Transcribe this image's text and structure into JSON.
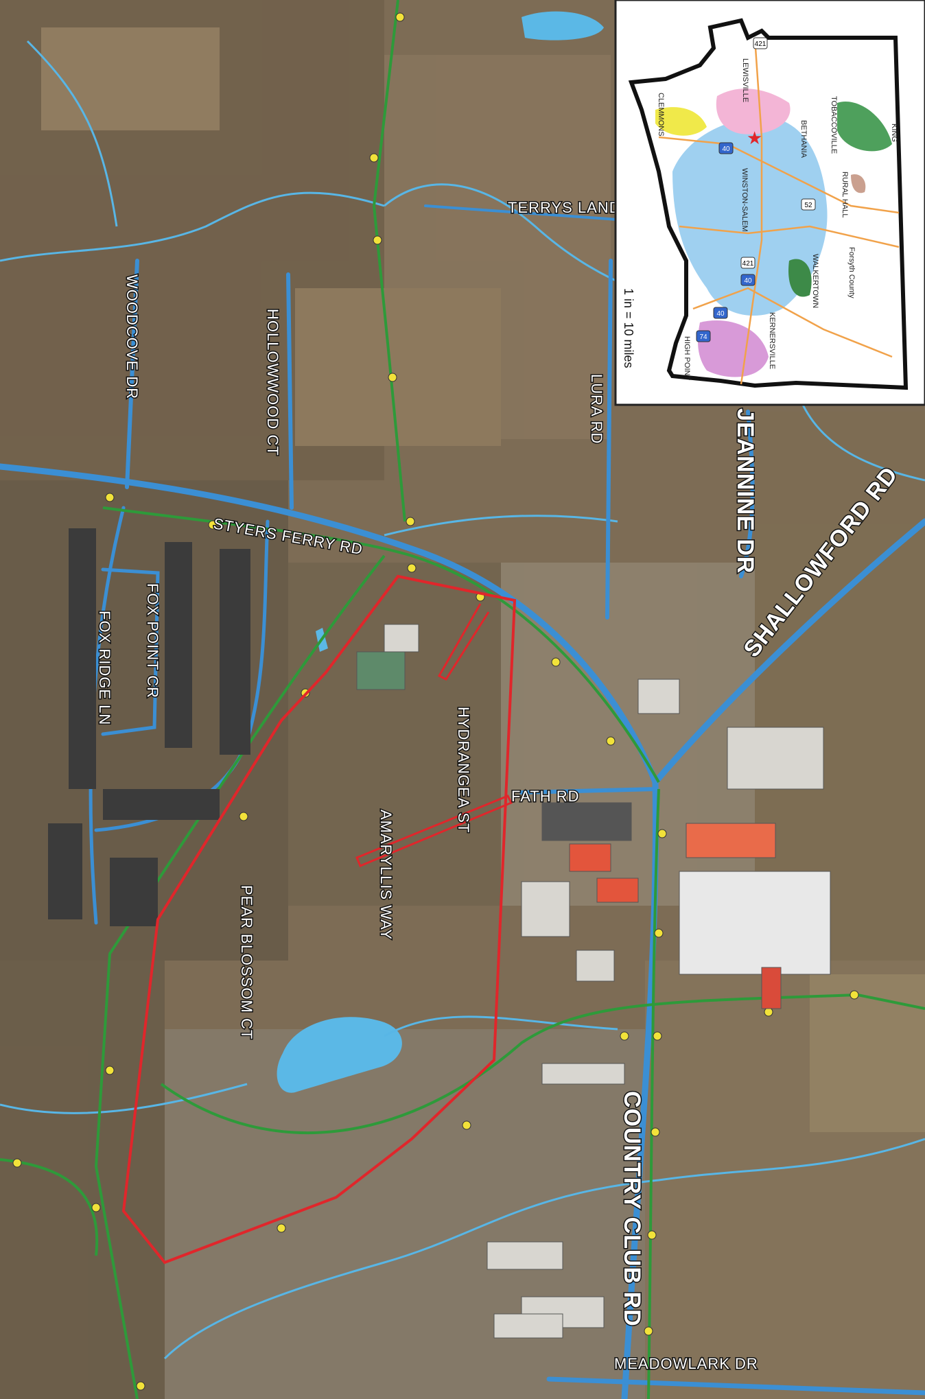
{
  "roads": {
    "terrys_landing": "TERRYS LANDI",
    "woodcove": "WOODCOVE DR",
    "hollowwood": "HOLLOWWOOD CT",
    "lura": "LURA RD",
    "jeannine": "JEANNINE DR",
    "styers_ferry": "STYERS FERRY RD",
    "shallowford": "SHALLOWFORD RD",
    "fox_point": "FOX POINT CR",
    "fox_ridge": "FOX RIDGE LN",
    "hydrangea": "HYDRANGEA ST",
    "fath": "FATH RD",
    "amaryllis": "AMARYLLIS WAY",
    "pear_blossom": "PEAR BLOSSOM CT",
    "country_club": "COUNTRY CLUB RD",
    "meadowlark": "MEADOWLARK DR"
  },
  "inset": {
    "towns": {
      "clemmons": "CLEMMONS",
      "lewisville": "LEWISVILLE",
      "bethania": "BETHANIA",
      "tobaccoville": "TOBACCOVILLE",
      "king": "KING",
      "rural_hall": "RURAL HALL",
      "winston_salem": "WINSTON-SALEM",
      "walkertown": "WALKERTOWN",
      "kernersville": "KERNERSVILLE",
      "high_point": "HIGH POINT",
      "county": "Forsyth County"
    },
    "highway_shields": [
      "421",
      "40",
      "52",
      "421",
      "40",
      "40",
      "74"
    ],
    "scale_text": "1 in = 10 miles",
    "marker_icon": "star-icon"
  },
  "colors": {
    "aerial_base": "#7a6a52",
    "roads_blue": "#3b8fd4",
    "greenway": "#2e9a3a",
    "boundary_red": "#e0262b",
    "water": "#5bb8e6",
    "inset_city": "#9fd0f0"
  }
}
